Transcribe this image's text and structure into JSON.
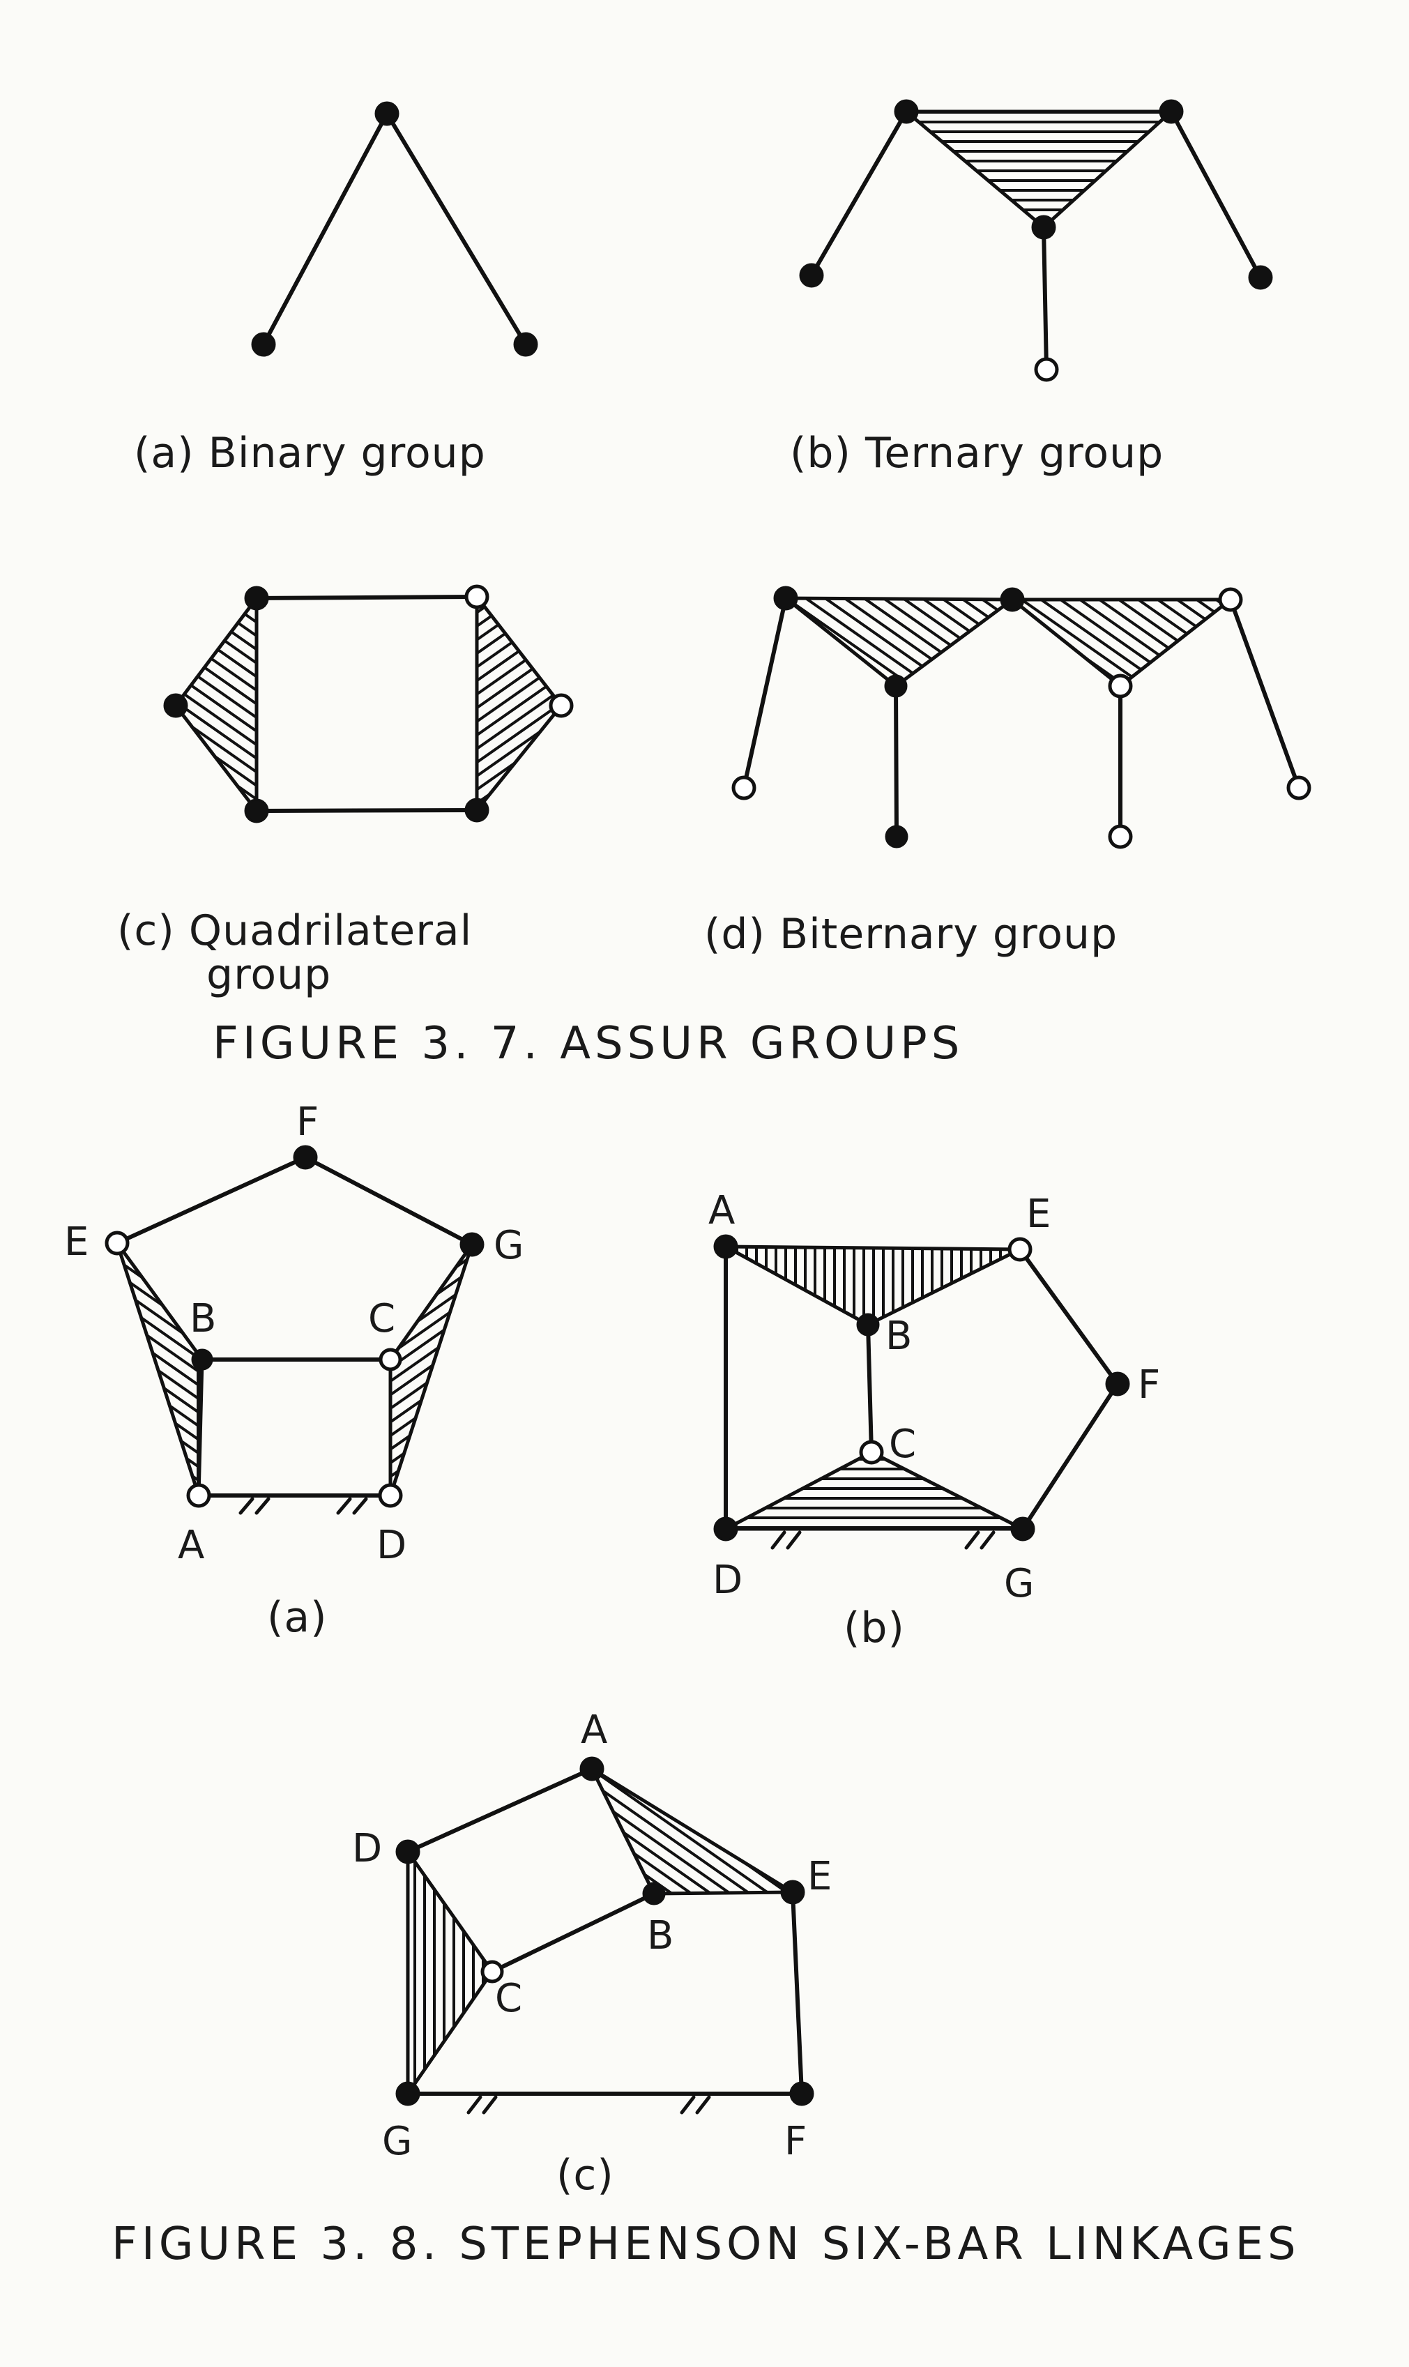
{
  "figure_3_7": {
    "title": "FIGURE 3. 7.  ASSUR  GROUPS",
    "panels": {
      "a": "(a)  Binary  group",
      "b": "(b)  Ternary  group",
      "c_line1": "(c)  Quadrilateral",
      "c_line2": "group",
      "d": "(d)  Biternary  group"
    }
  },
  "figure_3_8": {
    "title": "FIGURE  3. 8. STEPHENSON  SIX-BAR  LINKAGES",
    "panels": {
      "a": "(a)",
      "b": "(b)",
      "c": "(c)"
    },
    "nodes": {
      "a": [
        "A",
        "B",
        "C",
        "D",
        "E",
        "F",
        "G"
      ],
      "b": [
        "A",
        "B",
        "C",
        "D",
        "E",
        "F",
        "G"
      ],
      "c": [
        "A",
        "B",
        "C",
        "D",
        "E",
        "F",
        "G"
      ]
    }
  },
  "colors": {
    "ink": "#111111",
    "paper": "#fbfbf8"
  }
}
